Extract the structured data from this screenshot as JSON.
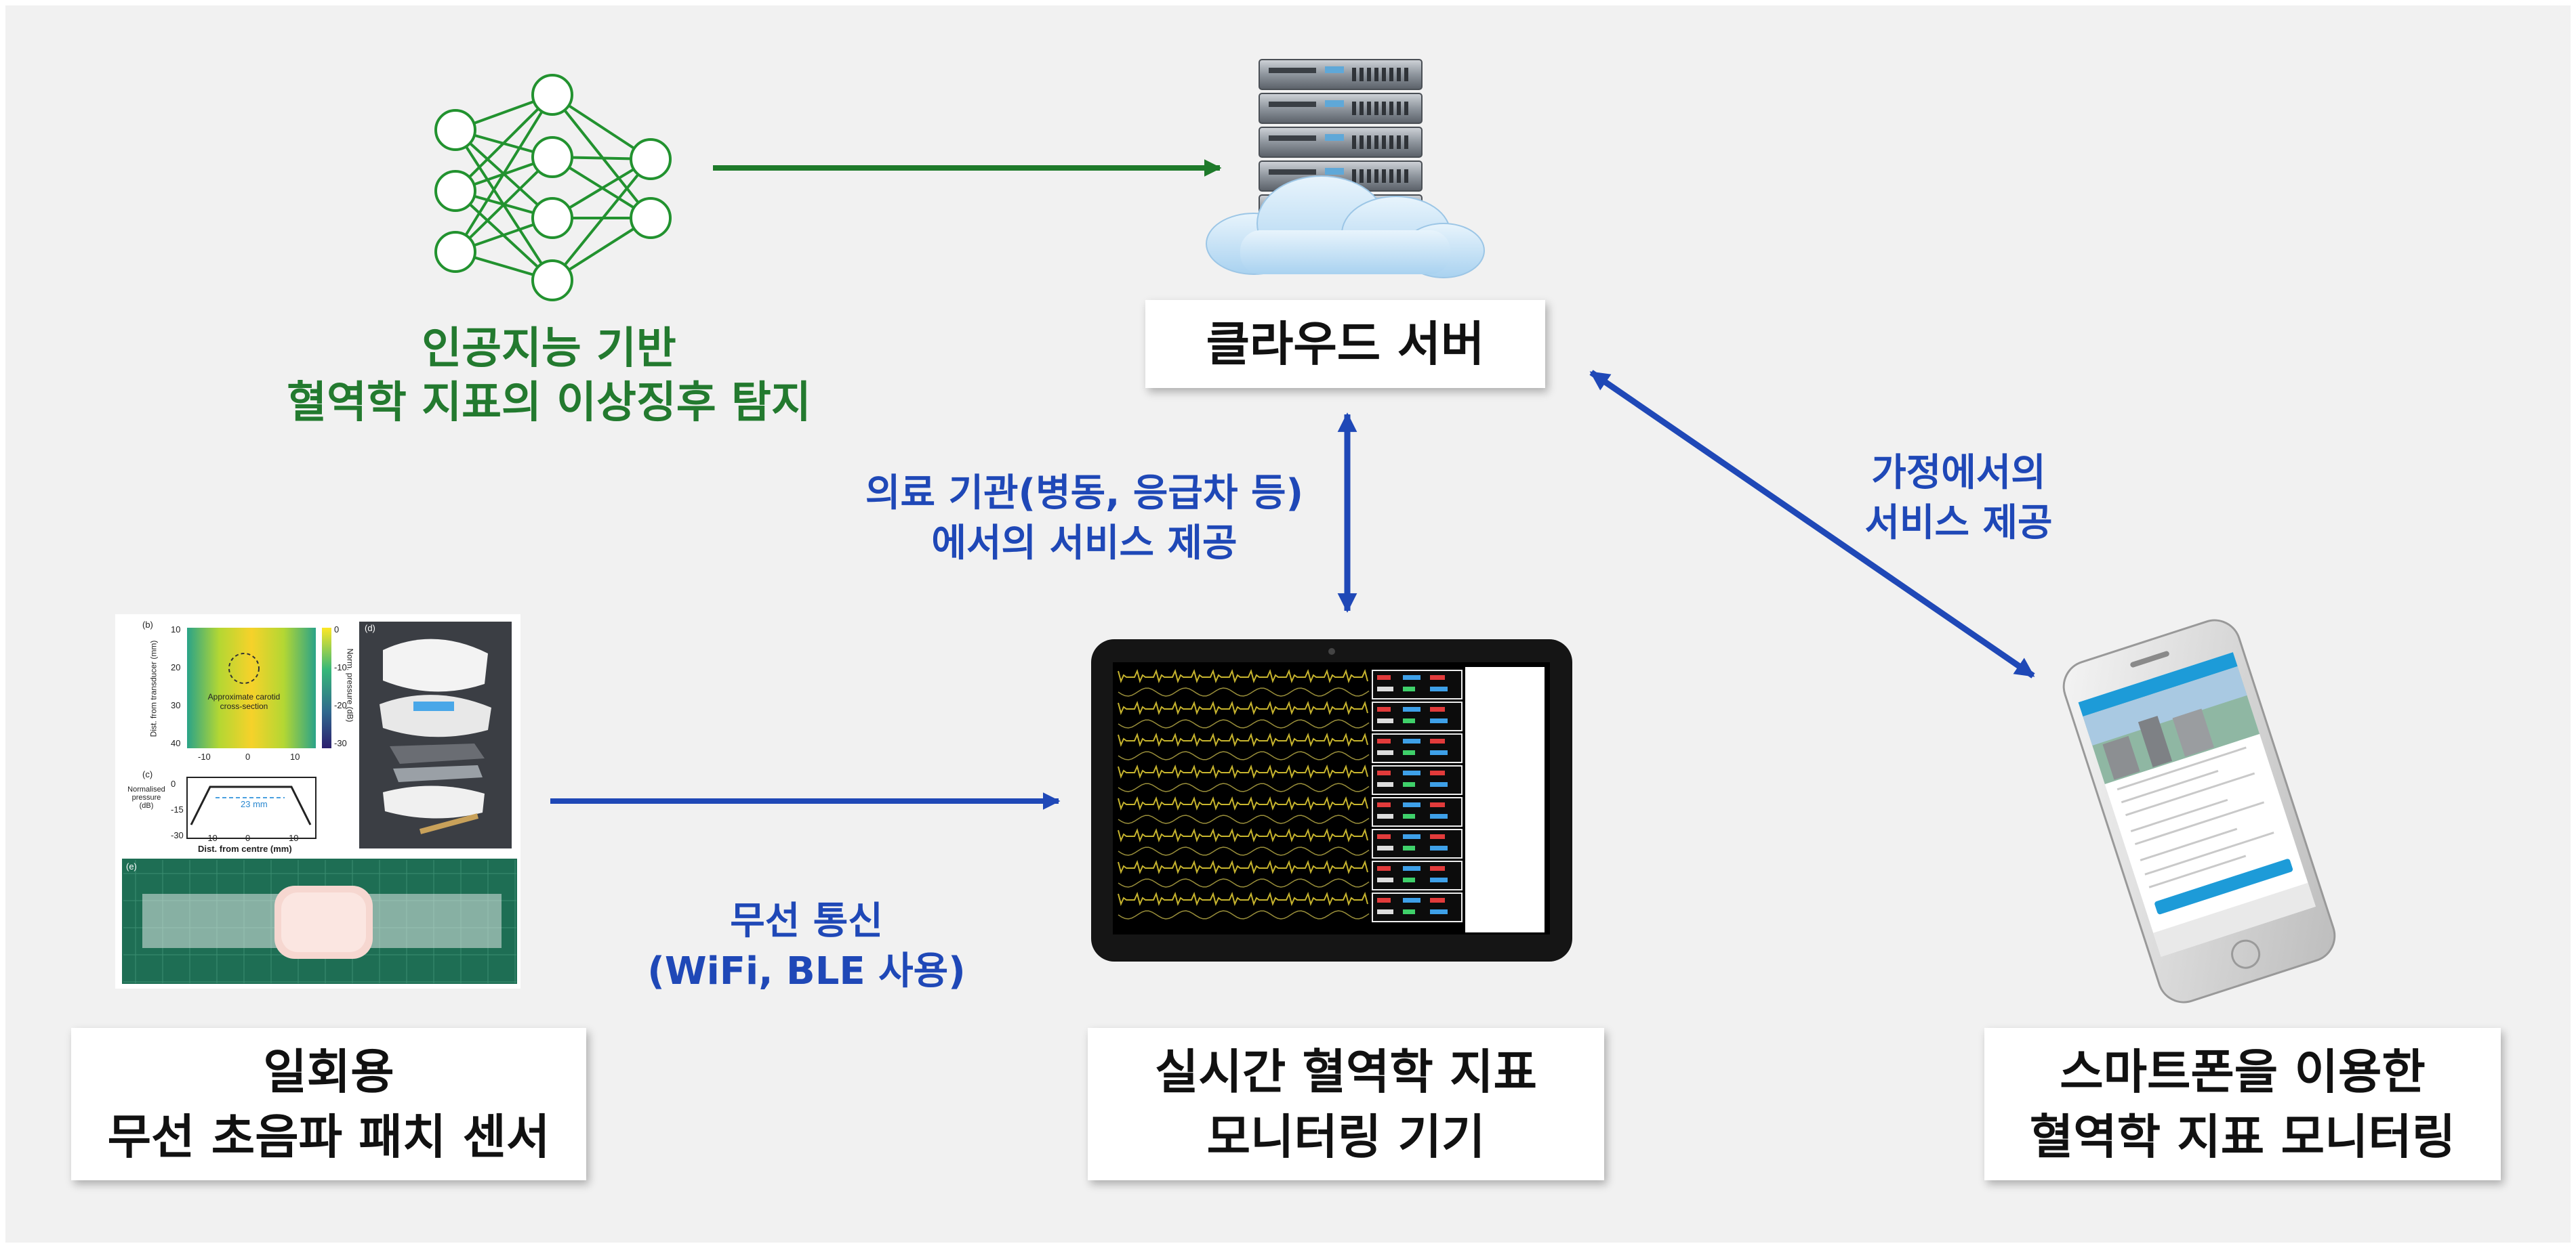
{
  "colors": {
    "background": "#f1f1f1",
    "arrow_blue": "#1f48b7",
    "arrow_green": "#1e7a2a",
    "text_blue": "#1f48b7",
    "text_green": "#237a2f"
  },
  "icons": [
    "neural-network-icon",
    "cloud-server-icon",
    "patch-sensor-figure",
    "tablet-monitor-icon",
    "smartphone-icon"
  ],
  "ai_label": {
    "line1": "인공지능 기반",
    "line2": "혈역학 지표의 이상징후 탐지"
  },
  "server_box": {
    "line1": "클라우드 서버"
  },
  "hospital_label": {
    "line1": "의료 기관(병동, 응급차 등)",
    "line2": "에서의 서비스 제공"
  },
  "home_label": {
    "line1": "가정에서의",
    "line2": "서비스 제공"
  },
  "wireless_label": {
    "line1": "무선 통신",
    "line2": "(WiFi, BLE 사용)"
  },
  "sensor_box": {
    "line1": "일회용",
    "line2": "무선 초음파 패치 센서"
  },
  "monitor_box": {
    "line1": "실시간 혈역학 지표",
    "line2": "모니터링 기기"
  },
  "phone_box": {
    "line1": "스마트폰을 이용한",
    "line2": "혈역학 지표 모니터링"
  },
  "sensor_figure": {
    "panel_b": "(b)",
    "panel_c": "(c)",
    "panel_d": "(d)",
    "panel_e": "(e)",
    "b_ylabel": "Dist. from transducer (mm)",
    "b_cbar_label": "Norm. pressure (dB)",
    "b_annotation": "Approximate carotid cross-section",
    "b_yticks": [
      "10",
      "20",
      "30",
      "40"
    ],
    "b_xticks": [
      "-10",
      "0",
      "10"
    ],
    "cbar_ticks": [
      "0",
      "-10",
      "-20",
      "-30"
    ],
    "c_ylabel": "Normalised pressure (dB)",
    "c_yticks": [
      "0",
      "-15",
      "-30"
    ],
    "c_xticks": [
      "-10",
      "0",
      "10"
    ],
    "c_annotation": "23 mm",
    "c_xlabel": "Dist. from centre (mm)"
  }
}
